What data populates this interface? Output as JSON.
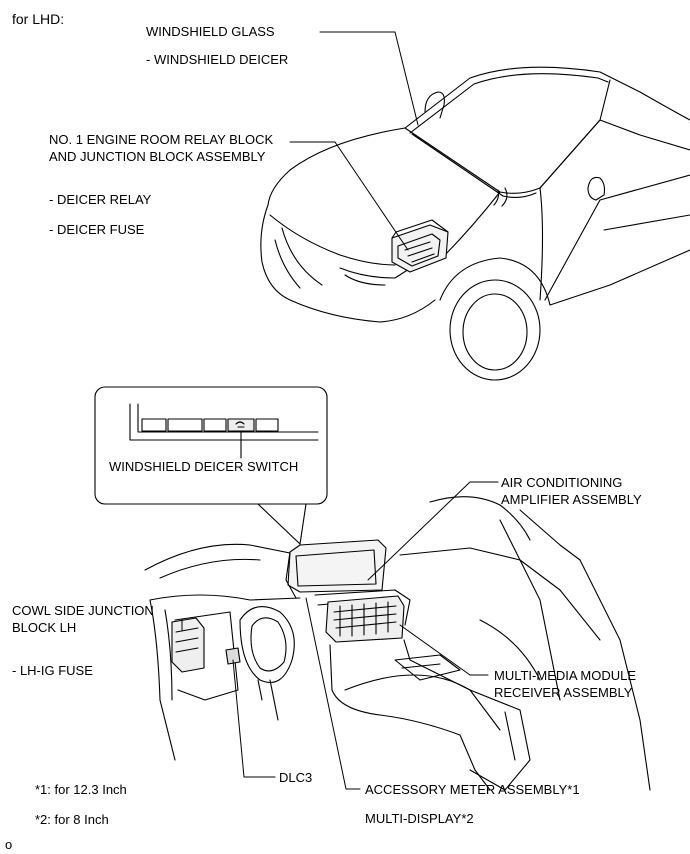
{
  "header": {
    "text": "for LHD:"
  },
  "labels": {
    "windshield_glass": "WINDSHIELD GLASS",
    "windshield_deicer": "- WINDSHIELD DEICER",
    "relay_block_line1": "NO. 1 ENGINE ROOM RELAY BLOCK",
    "relay_block_line2": "AND JUNCTION BLOCK ASSEMBLY",
    "deicer_relay": "- DEICER RELAY",
    "deicer_fuse": "- DEICER FUSE",
    "deicer_switch": "WINDSHIELD DEICER SWITCH",
    "ac_amp_line1": "AIR CONDITIONING",
    "ac_amp_line2": "AMPLIFIER ASSEMBLY",
    "cowl_line1": "COWL SIDE JUNCTION",
    "cowl_line2": "BLOCK LH",
    "lh_ig_fuse": "- LH-IG FUSE",
    "mm_line1": "MULTI-MEDIA MODULE",
    "mm_line2": "RECEIVER ASSEMBLY",
    "dlc3": "DLC3",
    "accessory_meter": "ACCESSORY METER ASSEMBLY*1",
    "multi_display": "MULTI-DISPLAY*2"
  },
  "notes": {
    "n1": "*1: for 12.3 Inch",
    "n2": "*2: for 8 Inch"
  },
  "footer": {
    "mark": "o"
  }
}
